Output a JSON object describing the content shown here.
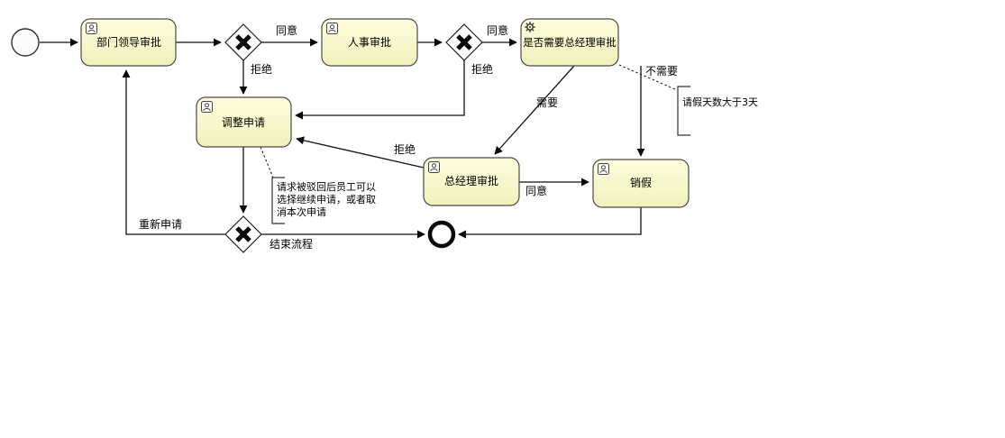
{
  "diagram": {
    "tasks": {
      "dept": "部门领导审批",
      "hr": "人事审批",
      "need_gm": "是否需要总经理审批",
      "adjust": "调整申请",
      "gm": "总经理审批",
      "cancel": "销假"
    },
    "flows": {
      "agree1": "同意",
      "reject1": "拒绝",
      "agree2": "同意",
      "reject2": "拒绝",
      "need": "需要",
      "no_need": "不需要",
      "agree3": "同意",
      "reject3": "拒绝",
      "reapply": "重新申请",
      "end": "结束流程"
    },
    "annotations": {
      "leave_days": "请假天数大于3天",
      "reject_note": [
        "请求被驳回后员工可以",
        "选择继续申请，或者取",
        "消本次申请"
      ]
    },
    "icons": {
      "user_task": "user-icon",
      "service_task": "gear-icon"
    }
  }
}
